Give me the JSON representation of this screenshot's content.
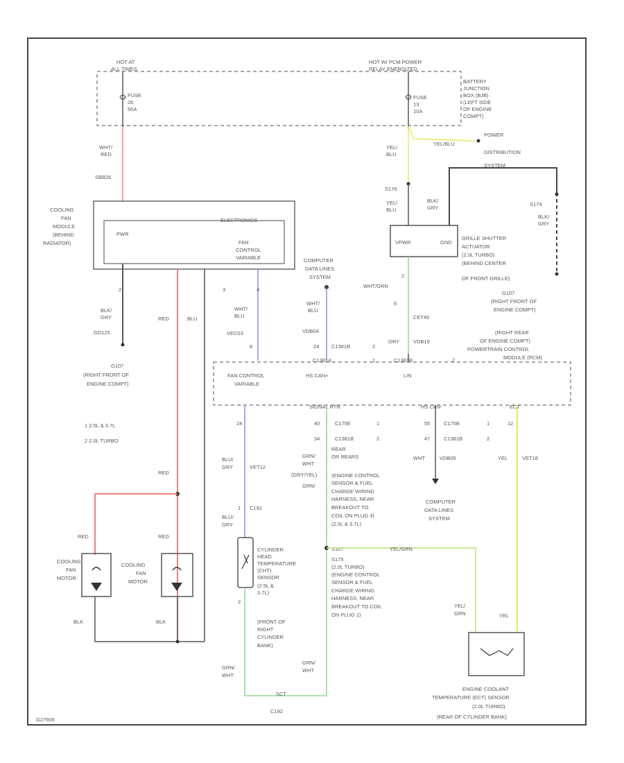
{
  "power": {
    "hot_at_all_times": [
      "HOT AT",
      "ALL TIMES"
    ],
    "hot_in_pcm_relay": [
      "HOT W/ PCM POWER",
      "RELAY ENERGIZED"
    ],
    "fuse_left": [
      "FUSE",
      "26",
      "50A"
    ],
    "fuse_right": [
      "FUSE",
      "13",
      "10A"
    ],
    "bjb": [
      "BATTERY",
      "JUNCTION",
      "BOX (BJB)",
      "(LEFT SIDE",
      "OF ENGINE",
      "COMPT)"
    ]
  },
  "pdist": {
    "label": [
      "POWER",
      "DISTRIBUTION",
      "SYSTEM"
    ],
    "wire": "YEL/BLU"
  },
  "fan_module": {
    "label": [
      "COOLING",
      "FAN",
      "MODULE",
      "(BEHIND",
      "RADIATOR)"
    ],
    "electronics": "ELECTRONICS",
    "pwr": "PWR",
    "fan_control": [
      "FAN",
      "CONTROL",
      "VARIABLE"
    ],
    "wire_whtred": [
      "WHT/",
      "RED"
    ],
    "circuit_top": "SBB26",
    "pins": [
      "2",
      "3",
      "4"
    ],
    "gnd_wire": [
      "BLK/",
      "GRY"
    ],
    "gnd_circuit": "GD125",
    "red": "RED",
    "blu": "BLU",
    "fan_wire": [
      "WHT/",
      "BLU"
    ],
    "fan_circuit": "VEC03",
    "pin8": "8"
  },
  "g107_left": [
    "G107",
    "(RIGHT FRONT OF",
    "ENGINE COMPT)"
  ],
  "notes": [
    "1   2.5L & 3.7L",
    "2   2.0L TURBO"
  ],
  "motors": {
    "red": "RED",
    "left": [
      "COOLING",
      "FAN",
      "MOTOR"
    ],
    "right": [
      "COOLING",
      "FAN",
      "MOTOR"
    ],
    "blk": "BLK"
  },
  "grille": {
    "label": [
      "GRILLE SHUTTER",
      "ACTUATOR",
      "(2.0L TURBO)",
      "(BEHIND CENTER",
      "OF FRONT GRILLE)"
    ],
    "vpwr": "VPWR",
    "gnd": "GND",
    "wire_yelblu": [
      "YEL/",
      "BLU"
    ],
    "wire_yelblu2": [
      "YEL/",
      "BLU"
    ],
    "wire_blkgry": [
      "BLK/",
      "GRY"
    ],
    "wire_blkgry2": [
      "BLK/",
      "GRY"
    ],
    "s176": "S176",
    "s174": "S174",
    "pin2": "2",
    "wht_grn": "WHT/GRN",
    "pin6": "6",
    "circuit": "CET45",
    "gry": "GRY",
    "circuit2": "VDB19"
  },
  "g107_right": [
    "G107",
    "(RIGHT FRONT OF",
    "ENGINE COMPT)"
  ],
  "computer_data": [
    "COMPUTER",
    "DATA LINES",
    "SYSTEM"
  ],
  "computer_data2": [
    "COMPUTER",
    "DATA LINES",
    "SYSTEM"
  ],
  "data_wire": [
    "WHT/",
    "BLU"
  ],
  "data_circuit": "VDB04",
  "pcm": {
    "label": [
      "(RIGHT REAR",
      "OF ENGINE COMPT)",
      "POWERTRAIN CONTROL",
      "MODULE (PCM)"
    ],
    "fan_control": [
      "FAN CONTROL",
      "VARIABLE"
    ],
    "hs_can": "HS CAN+",
    "lin": "LIN",
    "signal_rtn": "SIGNAL RTN",
    "hs_can2": "HS CAN-",
    "ect": "ECT",
    "c1381b": "C1381B",
    "c1381a": "C1381A",
    "c175e": "C175E",
    "c1381b_2": "C1381B",
    "c175b": "C175B",
    "c1381b_3": "C1381B",
    "c1381b_4": "C1381B",
    "n2": "2",
    "n1": "1",
    "n1b": "1",
    "n2b": "2",
    "n1c": "1",
    "n2c": "2",
    "n2d": "2",
    "p24": "24",
    "p40": "40",
    "p34": "34",
    "p55": "55",
    "p47": "47",
    "p12": "12",
    "hs_can_minus_wire": "WHT",
    "hs_can_minus_circuit": "VDB05",
    "yel": "YEL",
    "yel_circuit": "VET18"
  },
  "cht": {
    "wire": [
      "BLU/",
      "GRY"
    ],
    "circuit": "VET12",
    "pin1": "1",
    "c192": "C192",
    "wire2": [
      "BLU/",
      "GRY"
    ],
    "label": [
      "CYLINDER",
      "HEAD",
      "TEMPERATURE",
      "(CHT)",
      "SENSOR",
      "(2.5L &",
      "3.7L)",
      "(FRONT OF",
      "RIGHT",
      "CYLINDER",
      "BANK)"
    ],
    "pin2": "2",
    "grn_wht": [
      "GRN/",
      "WHT"
    ],
    "grn_wht2": [
      "GRN/",
      "WHT"
    ],
    "grnwht_y": [
      "GRN/",
      "WHT",
      "(GRY/YEL)",
      "GRN/"
    ]
  },
  "harness": {
    "rear": [
      "REAR",
      "OR REARS"
    ],
    "text1": [
      "(ENGINE CONTROL",
      "SENSOR & FUEL",
      "CHARGE WIRING",
      "HARNESS, NEAR",
      "BREAKOUT TO",
      "COIL ON PLUG 3)",
      "(2.5L & 3.7L)"
    ],
    "s107": "S107",
    "text2": [
      "S175",
      "(2.0L TURBO)",
      "(ENGINE CONTROL",
      "SENSOR & FUEL",
      "CHARGE WIRING",
      "HARNESS, NEAR",
      "BREAKOUT TO COIL",
      "ON PLUG 1)"
    ],
    "yelgrn": "YEL/GRN",
    "sct": "SCT",
    "c192": "C192"
  },
  "ect": {
    "wire": [
      "YEL/",
      "GRN"
    ],
    "yel": "YEL",
    "label": [
      "ENGINE COOLANT",
      "TEMPERATURE (ECT) SENSOR",
      "(2.0L TURBO)",
      "(REAR OF CYLINDER BANK)"
    ]
  },
  "footer_code": "G27906"
}
